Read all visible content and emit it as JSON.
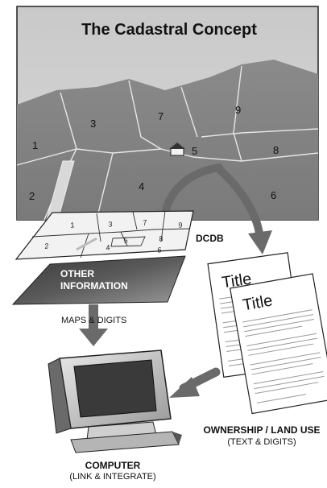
{
  "title": "The Cadastral Concept",
  "parcels": {
    "p1": "1",
    "p2": "2",
    "p3": "3",
    "p4": "4",
    "p5": "5",
    "p6": "6",
    "p7": "7",
    "p8": "8",
    "p9": "9"
  },
  "layers": {
    "dcdb": "DCDB",
    "other_line1": "OTHER",
    "other_line2": "INFORMATION"
  },
  "flows": {
    "maps_digits": "MAPS & DIGITS"
  },
  "documents": {
    "title_back": "Title",
    "title_front": "Title"
  },
  "ownership": {
    "line1": "OWNERSHIP / LAND USE",
    "line2": "(TEXT & DIGITS)"
  },
  "computer": {
    "line1": "COMPUTER",
    "line2": "(LINK & INTEGRATE)"
  }
}
